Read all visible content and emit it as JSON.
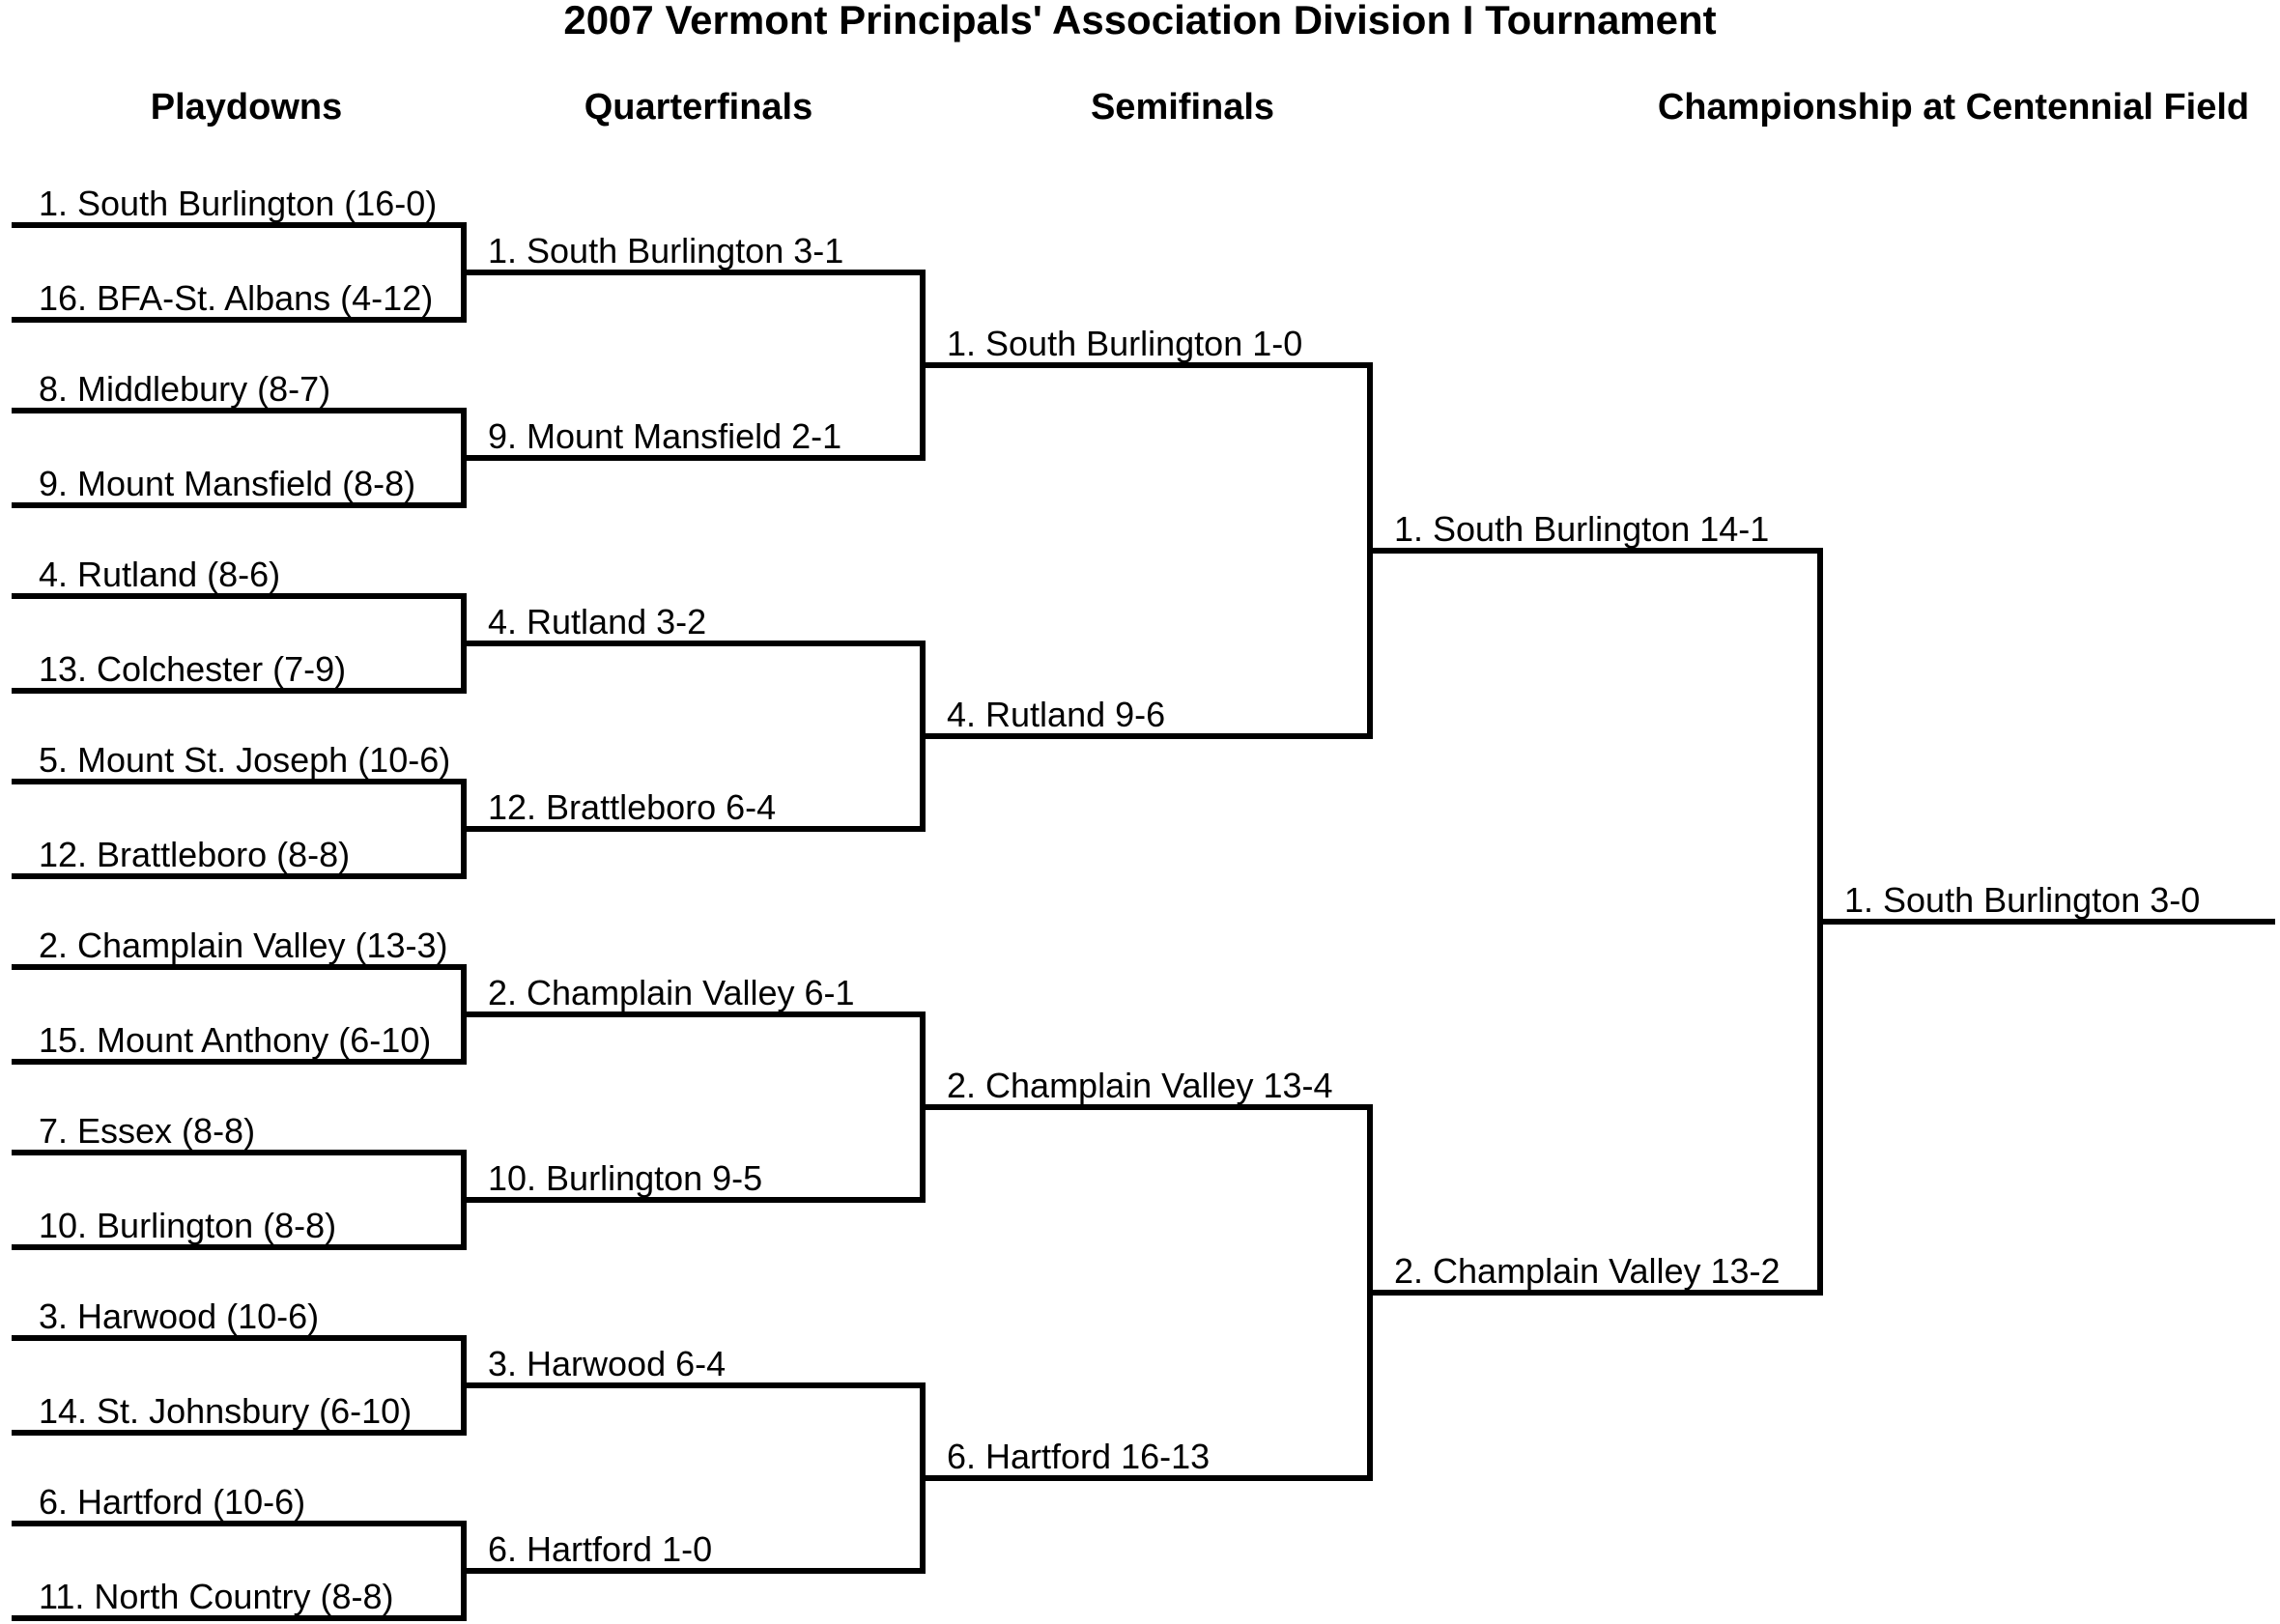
{
  "title": "2007 Vermont Principals' Association Division I Tournament",
  "round_headers": [
    {
      "label": "Playdowns"
    },
    {
      "label": "Quarterfinals"
    },
    {
      "label": "Semifinals"
    },
    {
      "label": "Championship at Centennial Field"
    }
  ],
  "bracket": {
    "playdowns": [
      {
        "top": "1. South Burlington (16-0)",
        "bottom": "16. BFA-St. Albans (4-12)",
        "winner": "1. South Burlington 3-1"
      },
      {
        "top": "8. Middlebury (8-7)",
        "bottom": "9. Mount Mansfield (8-8)",
        "winner": "9. Mount Mansfield 2-1"
      },
      {
        "top": "4. Rutland (8-6)",
        "bottom": "13. Colchester (7-9)",
        "winner": "4. Rutland 3-2"
      },
      {
        "top": "5. Mount St. Joseph (10-6)",
        "bottom": "12. Brattleboro (8-8)",
        "winner": "12. Brattleboro 6-4"
      },
      {
        "top": "2. Champlain Valley (13-3)",
        "bottom": "15. Mount Anthony (6-10)",
        "winner": "2. Champlain Valley 6-1"
      },
      {
        "top": "7. Essex (8-8)",
        "bottom": "10. Burlington (8-8)",
        "winner": "10. Burlington 9-5"
      },
      {
        "top": "3. Harwood (10-6)",
        "bottom": "14. St. Johnsbury (6-10)",
        "winner": "3. Harwood 6-4"
      },
      {
        "top": "6. Hartford (10-6)",
        "bottom": "11. North Country (8-8)",
        "winner": "6. Hartford 1-0"
      }
    ],
    "quarterfinals": [
      {
        "winner": "1. South Burlington 1-0"
      },
      {
        "winner": "4. Rutland 9-6"
      },
      {
        "winner": "2. Champlain Valley 13-4"
      },
      {
        "winner": "6. Hartford 16-13"
      }
    ],
    "semifinals": [
      {
        "winner": "1. South Burlington 14-1"
      },
      {
        "winner": "2. Champlain Valley 13-2"
      }
    ],
    "champion": {
      "label": "1. South Burlington 3-0"
    }
  },
  "colors": {
    "ink": "#000000",
    "background": "#ffffff"
  }
}
